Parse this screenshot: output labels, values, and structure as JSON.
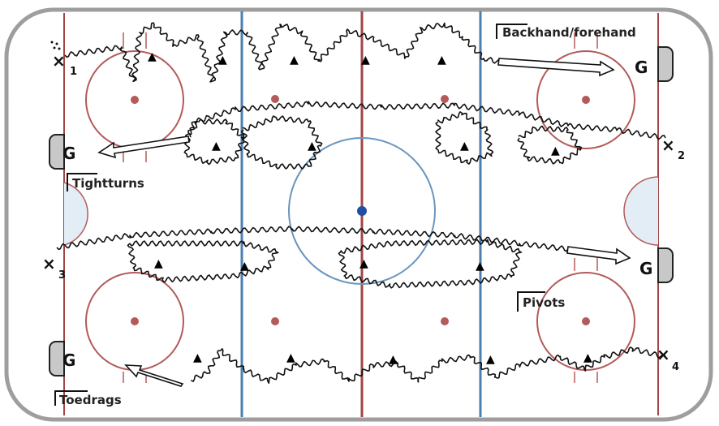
{
  "labels": {
    "backhand": "Backhand/forehand",
    "tightturns": "Tightturns",
    "pivots": "Pivots",
    "toedrags": "Toedrags"
  },
  "goalies": [
    "G",
    "G",
    "G",
    "G"
  ],
  "players": [
    {
      "mark": "×",
      "num": "1"
    },
    {
      "mark": "×",
      "num": "2"
    },
    {
      "mark": "×",
      "num": "3"
    },
    {
      "mark": "×",
      "num": "4"
    }
  ],
  "cone_symbol": "▲",
  "colors": {
    "red_line": "#a24545",
    "blue_line": "#4a7fb0",
    "center_dot": "#1f4ea3",
    "faceoff": "#b35a5a",
    "board": "#9e9e9e",
    "crease_fill": "#e2edf5",
    "goal_fill": "#c8c8c8"
  }
}
